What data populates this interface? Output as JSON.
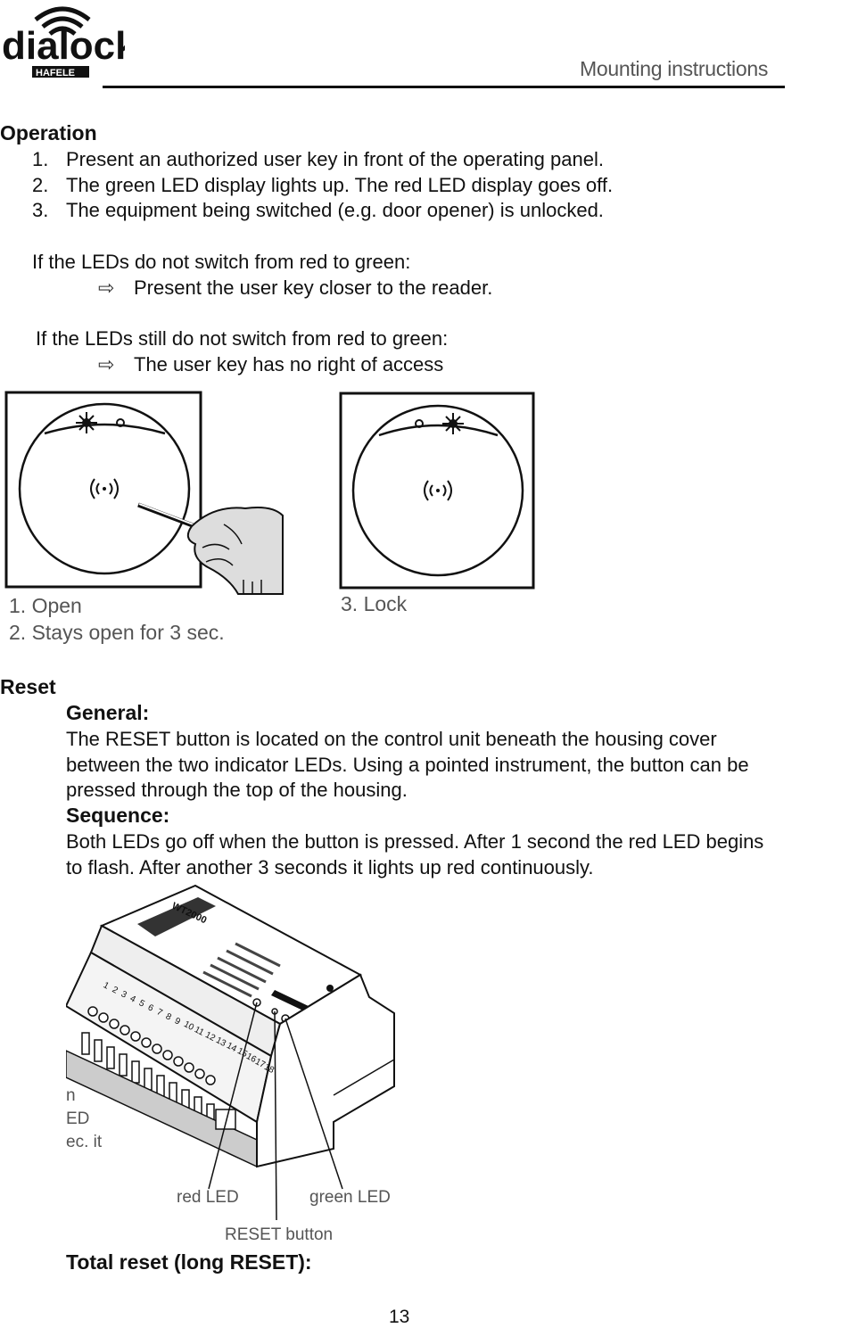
{
  "header": {
    "logo_text": "dialock",
    "logo_subtext": "HAFELE",
    "title": "Mounting instructions"
  },
  "operation": {
    "heading": "Operation",
    "steps": [
      {
        "num": "1.",
        "text": "Present an authorized user key in front of the operating panel."
      },
      {
        "num": "2.",
        "text": "The green LED display lights up.  The red LED display goes off."
      },
      {
        "num": "3.",
        "text": "The equipment being switched (e.g. door opener) is unlocked."
      }
    ],
    "condition1": "If the LEDs do not switch from red to green:",
    "action1": "Present the user key closer to the reader.",
    "condition2": "If the LEDs still do not switch from red to green:",
    "action2": "The user key has no right of access",
    "figure": {
      "caption_open_1": "1. Open",
      "caption_open_2": "2. Stays open for 3 sec.",
      "caption_lock": "3. Lock"
    }
  },
  "reset": {
    "heading": "Reset",
    "general_label": "General:",
    "general_lines": [
      "The RESET button is located on the control unit beneath the housing cover",
      "between the two indicator LEDs.  Using a pointed instrument, the button can be",
      "pressed through the top of the housing."
    ],
    "sequence_label": "Sequence:",
    "sequence_lines": [
      "Both LEDs go off when the button is pressed.  After 1 second the red LED begins",
      "to flash.  After another 3 seconds it lights up red continuously."
    ],
    "figure": {
      "model": "WT2000",
      "terminal_numbers": [
        "1",
        "2",
        "3",
        "4",
        "5",
        "6",
        "7",
        "8",
        "9",
        "10",
        "11",
        "12",
        "13",
        "14",
        "15",
        "16",
        "17",
        "18"
      ],
      "cut_text": [
        "n",
        "ED",
        "ec. it"
      ],
      "label_red_led": "red LED",
      "label_green_led": "green LED",
      "label_reset": "RESET button"
    },
    "total_reset": "Total reset (long RESET):"
  },
  "footer": {
    "page_number": "13"
  }
}
